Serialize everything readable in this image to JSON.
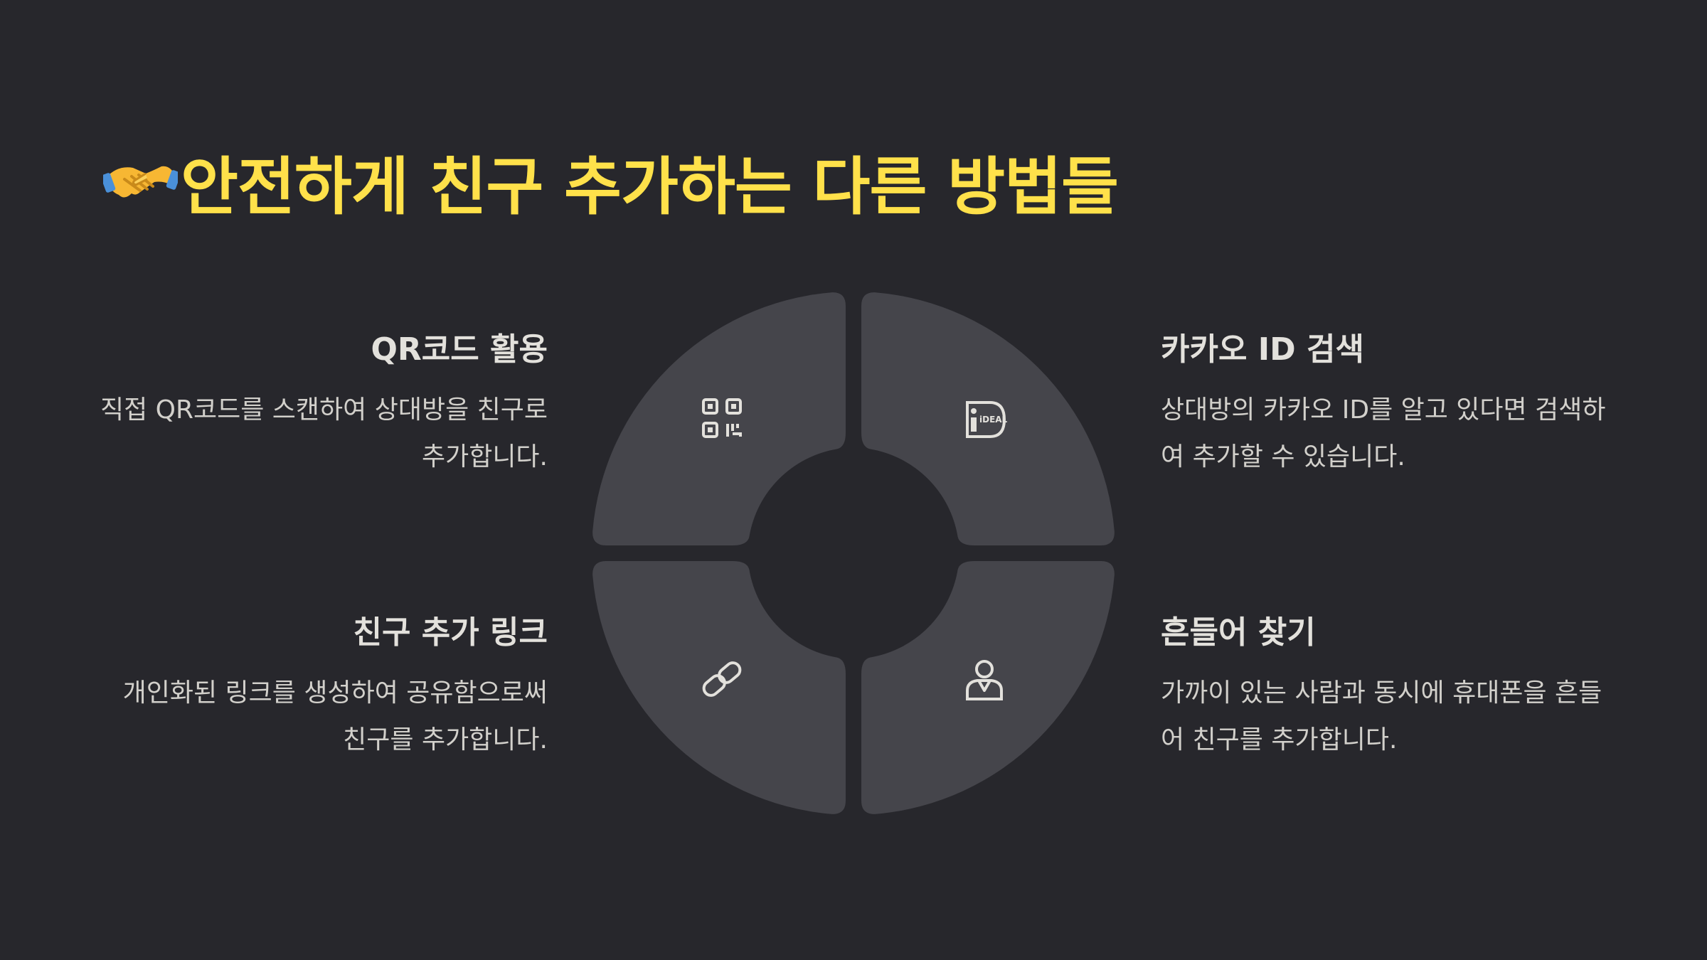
{
  "title": "안전하게 친구 추가하는 다른 방법들",
  "colors": {
    "background": "#27272c",
    "title": "#ffe14a",
    "segment": "#45454b",
    "icon": "#e3e1dc",
    "text": "#d2d0cb"
  },
  "methods": [
    {
      "title": "QR코드 활용",
      "description": "직접 QR코드를 스캔하여 상대방을 친구로 추가합니다.",
      "icon": "qr-code-icon"
    },
    {
      "title": "카카오 ID 검색",
      "description": "상대방의 카카오 ID를 알고 있다면 검색하여 추가할 수 있습니다.",
      "icon": "id-badge-icon"
    },
    {
      "title": "친구 추가 링크",
      "description": "개인화된 링크를 생성하여 공유함으로써 친구를 추가합니다.",
      "icon": "link-icon"
    },
    {
      "title": "흔들어 찾기",
      "description": "가까이 있는 사람과 동시에 휴대폰을 흔들어 친구를 추가합니다.",
      "icon": "person-icon"
    }
  ]
}
